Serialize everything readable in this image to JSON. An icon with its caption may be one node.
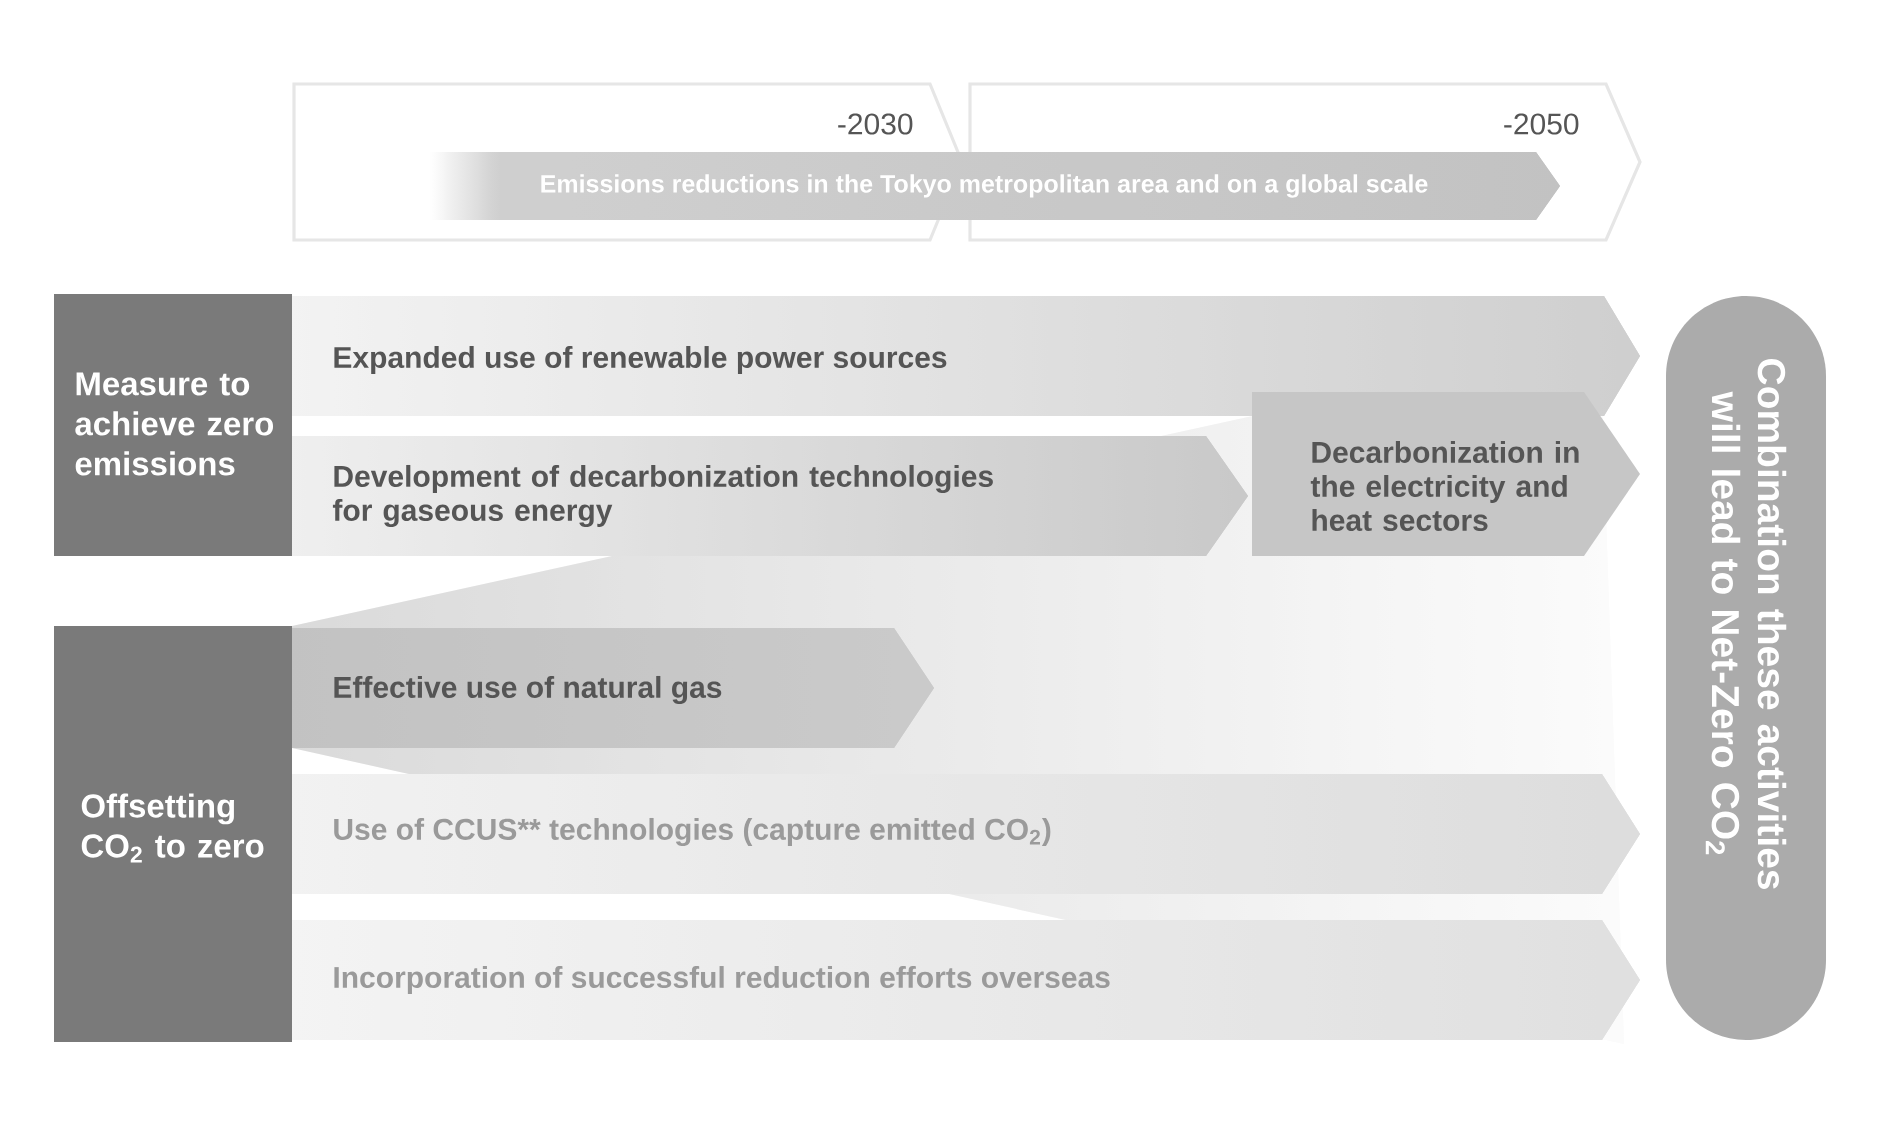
{
  "diagram": {
    "nodes": [
      {
        "text": [
          "-2030"
        ]
      },
      {
        "text": [
          "-2050"
        ]
      },
      {
        "text": [
          "Emissions reductions in the Tokyo metropolitan area and on a global scale"
        ]
      },
      {
        "text": [
          "Measure to achieve zero emissions"
        ]
      },
      {
        "text": [
          "Expanded use of renewable power sources"
        ]
      },
      {
        "text": [
          "Development of decarbonization technologies for gaseous energy"
        ]
      },
      {
        "text": [
          "Decarbonization in the electricity and heat sectors"
        ]
      },
      {
        "text": [
          "Offsetting CO$_{2}$ to zero"
        ]
      },
      {
        "text": [
          "Effective use of natural gas"
        ]
      },
      {
        "text": [
          "Use of CCUS** technologies (capture emitted CO$_{2}$)"
        ]
      },
      {
        "text": [
          "Incorporation of successful reduction efforts overseas"
        ]
      },
      {
        "text": [
          "Combination these activities will lead to Net-Zero CO$_{2}$"
        ]
      }
    ]
  }
}
